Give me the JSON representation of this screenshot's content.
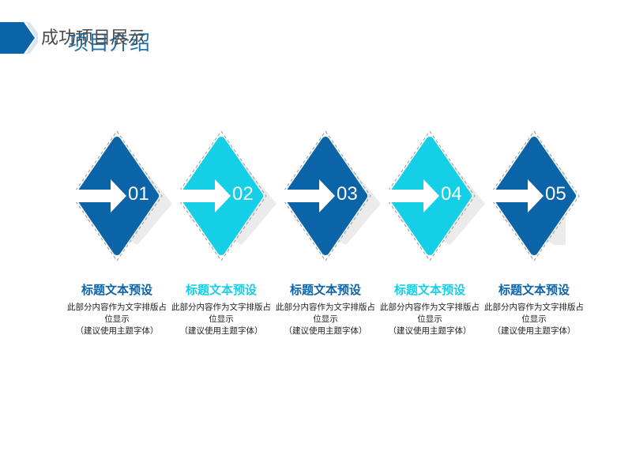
{
  "slide": {
    "title_front": "成功项目展示",
    "title_back": "项目介绍"
  },
  "colors": {
    "dark": "#0b63a8",
    "light": "#14cfe6"
  },
  "steps": [
    {
      "num": "01",
      "title": "标题文本预设",
      "desc": "此部分内容作为文字排版占位显示",
      "note": "（建议使用主题字体）",
      "color": "#0b63a8"
    },
    {
      "num": "02",
      "title": "标题文本预设",
      "desc": "此部分内容作为文字排版占位显示",
      "note": "（建议使用主题字体）",
      "color": "#14cfe6"
    },
    {
      "num": "03",
      "title": "标题文本预设",
      "desc": "此部分内容作为文字排版占位显示",
      "note": "（建议使用主题字体）",
      "color": "#0b63a8"
    },
    {
      "num": "04",
      "title": "标题文本预设",
      "desc": "此部分内容作为文字排版占位显示",
      "note": "（建议使用主题字体）",
      "color": "#14cfe6"
    },
    {
      "num": "05",
      "title": "标题文本预设",
      "desc": "此部分内容作为文字排版占位显示",
      "note": "（建议使用主题字体）",
      "color": "#0b63a8"
    }
  ]
}
